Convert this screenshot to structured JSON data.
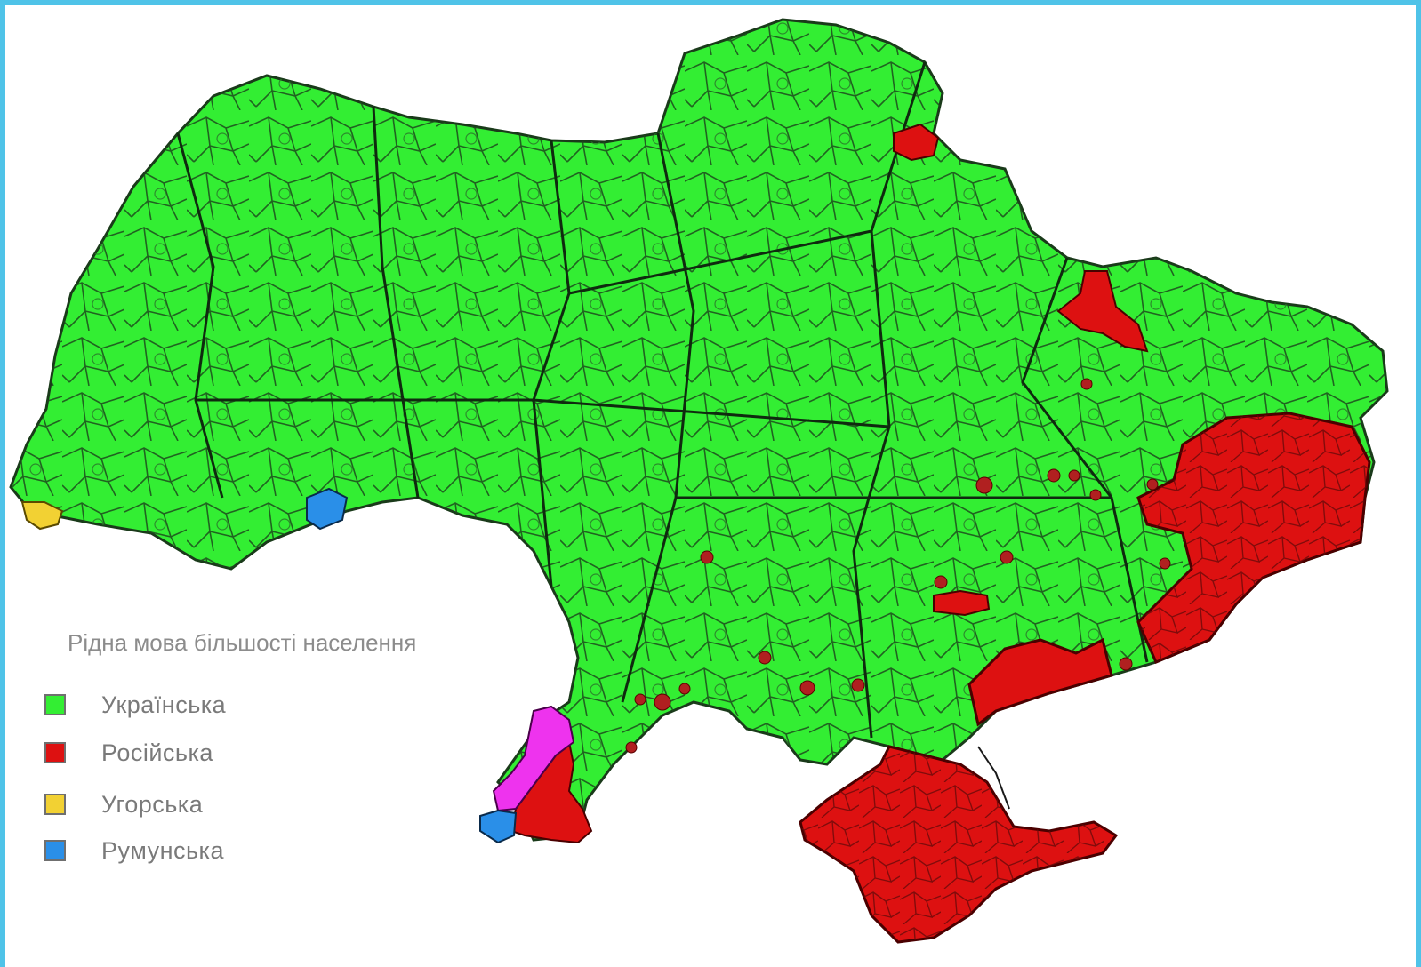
{
  "legend": {
    "title": "Рідна мова більшості населення",
    "items": [
      {
        "label": "Українська",
        "color": "#33ee33"
      },
      {
        "label": "Російська",
        "color": "#dd1111"
      },
      {
        "label": "Угорська",
        "color": "#f2d133"
      },
      {
        "label": "Румунська",
        "color": "#2a8fe8"
      }
    ]
  },
  "regions": {
    "majority_color": "#33ee33",
    "russian_color": "#dd1111",
    "hungarian_color": "#f2d133",
    "romanian_color": "#2a8fe8",
    "other_color": "#ee33ee",
    "border_color": "#1a3a1a"
  }
}
